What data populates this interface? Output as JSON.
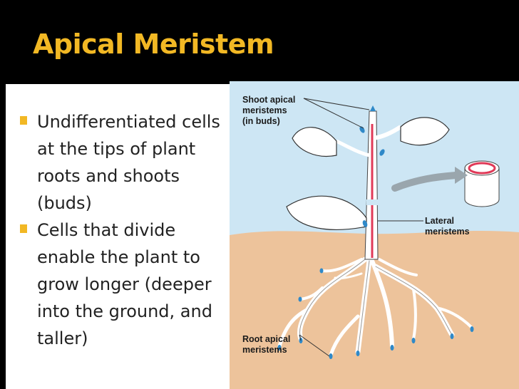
{
  "slide": {
    "title": "Apical Meristem",
    "bullets": [
      "Undifferentiated cells at the tips of plant roots and shoots (buds)",
      "Cells that divide enable the plant to grow longer (deeper into the ground, and taller)"
    ]
  },
  "diagram": {
    "labels": {
      "shoot_line1": "Shoot apical",
      "shoot_line2": "meristems",
      "shoot_line3": "(in buds)",
      "lateral_line1": "Lateral",
      "lateral_line2": "meristems",
      "root_line1": "Root apical",
      "root_line2": "meristems"
    }
  },
  "colors": {
    "accent": "#f2b824",
    "sky": "#cde6f4",
    "soil": "#edc39b",
    "meristem_red": "#e03a58",
    "bud_blue": "#2f89c8"
  }
}
